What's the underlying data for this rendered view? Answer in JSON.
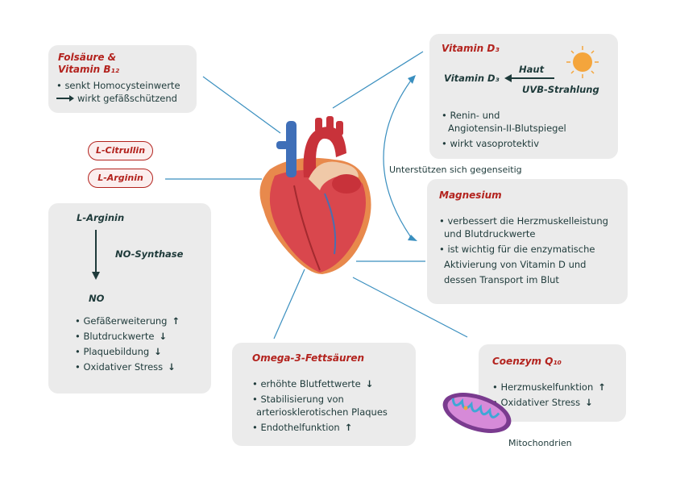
{
  "folsaeure": {
    "title_line1": "Folsäure &",
    "title_line2": "Vitamin B₁₂",
    "item1": "• senkt Homocysteinwerte",
    "item2": "wirkt gefäßschützend"
  },
  "pills": {
    "citrullin": "L-Citrullin",
    "arginin": "L-Arginin"
  },
  "arginin_box": {
    "start": "L-Arginin",
    "enzyme": "NO-Synthase",
    "product": "NO",
    "effects": [
      {
        "label": "Gefäßerweiterung",
        "arrow": "↑"
      },
      {
        "label": "Blutdruckwerte",
        "arrow": "↓"
      },
      {
        "label": "Plaquebildung",
        "arrow": "↓"
      },
      {
        "label": "Oxidativer Stress",
        "arrow": "↓"
      }
    ]
  },
  "vitamin_d": {
    "title": "Vitamin D₃",
    "haut": "Haut",
    "vitamin_label": "Vitamin D₃",
    "uvb": "UVB-Strahlung",
    "item1a": "• Renin- und",
    "item1b": "Angiotensin-II-Blutspiegel",
    "item2": "• wirkt vasoprotektiv"
  },
  "mutual": "Unterstützen sich gegenseitig",
  "magnesium": {
    "title": "Magnesium",
    "item1a": "• verbessert die Herzmuskelleistung",
    "item1b": "und Blutdruckwerte",
    "item2a": "• ist wichtig für die enzymatische",
    "item2b": "Aktivierung von Vitamin D und",
    "item2c": "dessen Transport im Blut"
  },
  "omega": {
    "title": "Omega-3-Fettsäuren",
    "item1": "• erhöhte Blutfettwerte",
    "item1_arrow": "↓",
    "item2a": "• Stabilisierung von",
    "item2b": "arteriosklerotischen Plaques",
    "item3": "• Endothelfunktion",
    "item3_arrow": "↑"
  },
  "coenzym": {
    "title": "Coenzym Q₁₀",
    "item1": "• Herzmuskelfunktion",
    "item1_arrow": "↑",
    "item2": "• Oxidativer Stress",
    "item2_arrow": "↓"
  },
  "mito_label": "Mitochondrien",
  "colors": {
    "accent_red": "#b3231e",
    "box_bg": "#ebebeb",
    "line_blue": "#3a8fbf",
    "text_dark": "#1e3a3a",
    "sun": "#f4a53c"
  }
}
